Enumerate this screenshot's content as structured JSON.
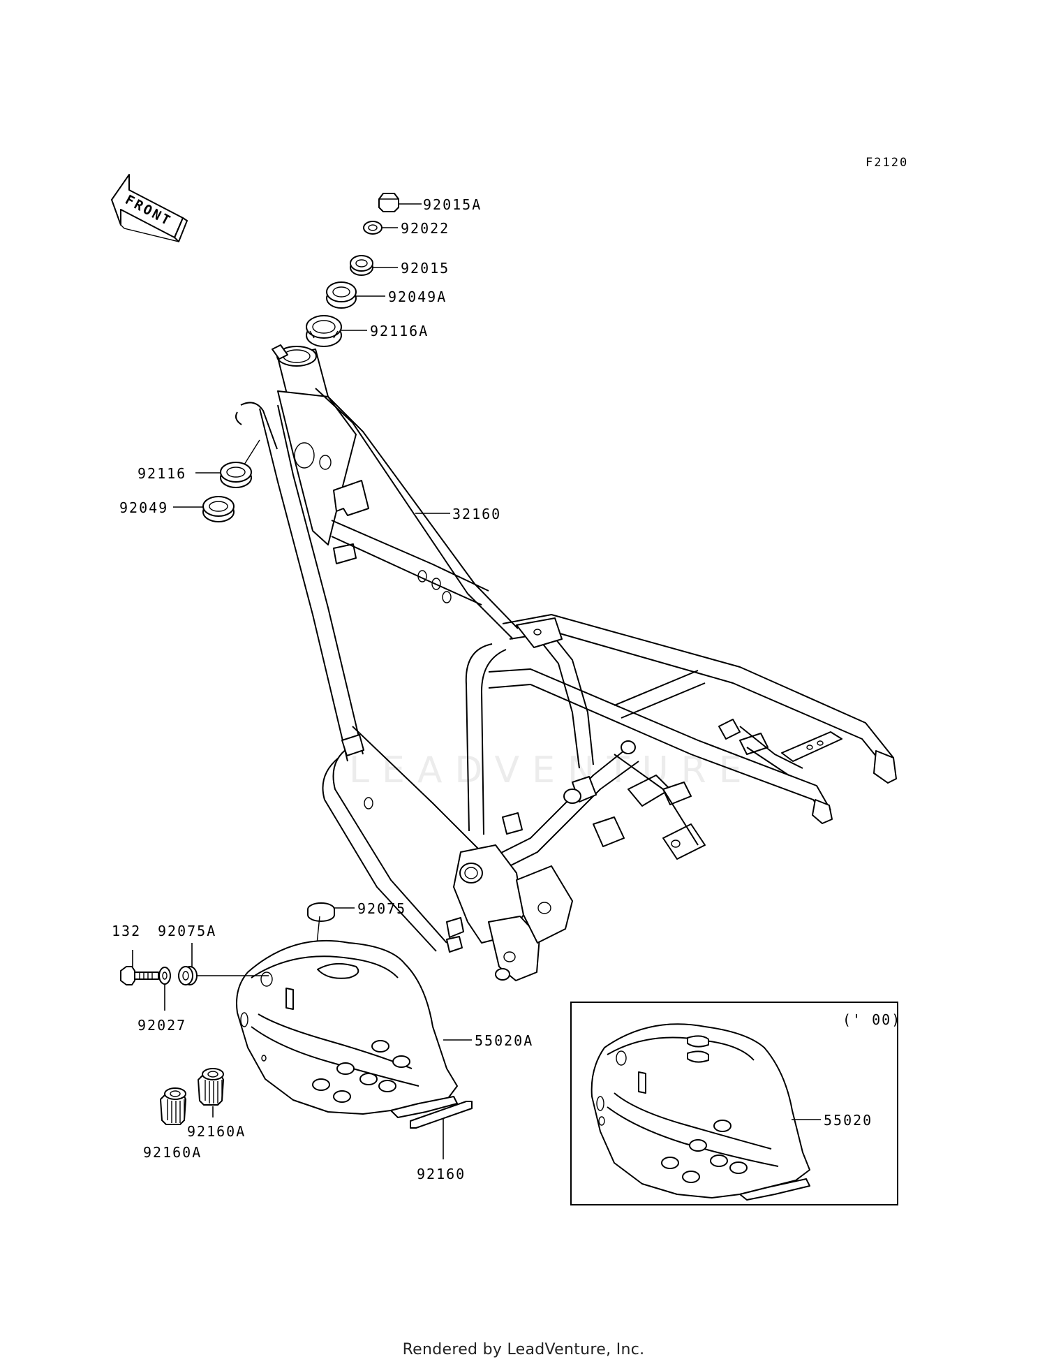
{
  "diagram_code": "F2120",
  "front_arrow": {
    "label": "FRONT",
    "icon": "front-direction-arrow-icon"
  },
  "parts": [
    {
      "id": "p92015A",
      "number": "92015A"
    },
    {
      "id": "p92022",
      "number": "92022"
    },
    {
      "id": "p92015",
      "number": "92015"
    },
    {
      "id": "p92049A",
      "number": "92049A"
    },
    {
      "id": "p92116A",
      "number": "92116A"
    },
    {
      "id": "p92116",
      "number": "92116"
    },
    {
      "id": "p92049",
      "number": "92049"
    },
    {
      "id": "p32160",
      "number": "32160"
    },
    {
      "id": "p92075",
      "number": "92075"
    },
    {
      "id": "p132",
      "number": "132"
    },
    {
      "id": "p92075A",
      "number": "92075A"
    },
    {
      "id": "p92027",
      "number": "92027"
    },
    {
      "id": "p55020A",
      "number": "55020A"
    },
    {
      "id": "p92160A_1",
      "number": "92160A"
    },
    {
      "id": "p92160A_2",
      "number": "92160A"
    },
    {
      "id": "p92160",
      "number": "92160"
    },
    {
      "id": "p55020",
      "number": "55020"
    }
  ],
  "inset": {
    "year_note": "(' 00)"
  },
  "watermark": "LEADVENTURE",
  "footer": "Rendered by LeadVenture, Inc."
}
